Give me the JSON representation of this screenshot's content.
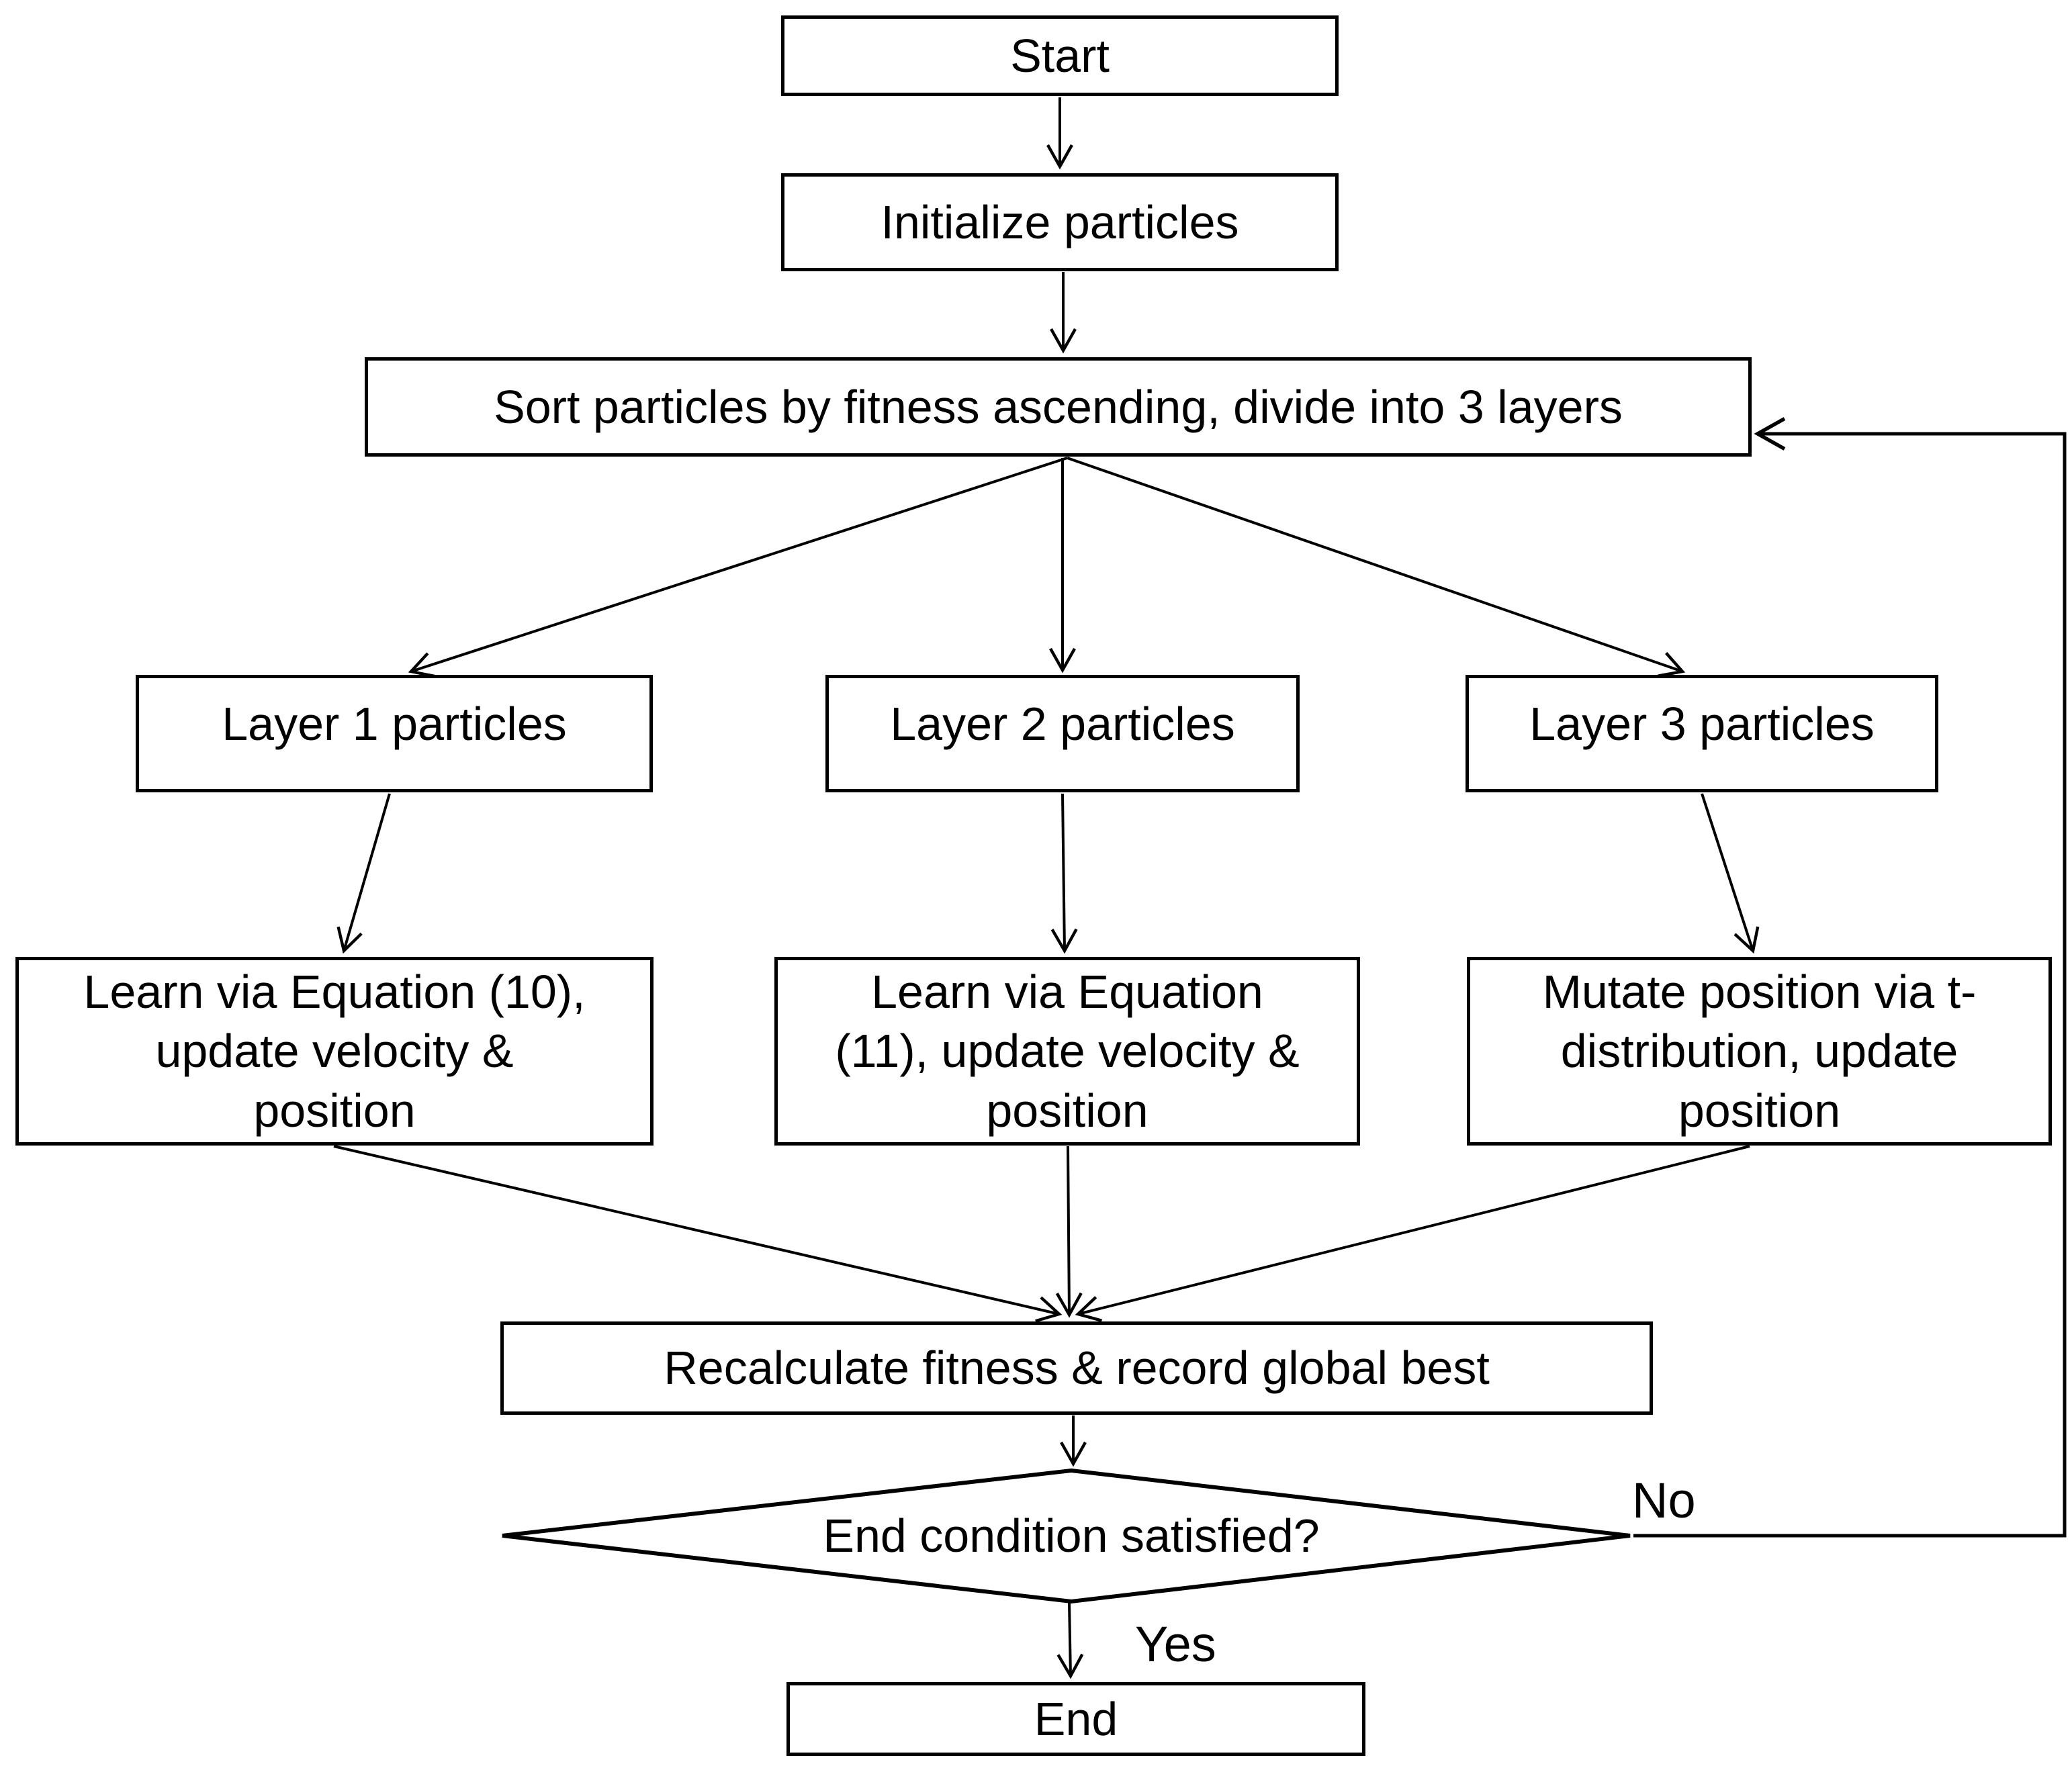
{
  "diagram": {
    "nodes": {
      "start": "Start",
      "initialize": "Initialize particles",
      "sort": "Sort particles by fitness ascending, divide into 3 layers",
      "layer1": "Layer 1 particles",
      "layer2": "Layer 2 particles",
      "layer3": "Layer 3 particles",
      "learn1": [
        "Learn via Equation (10),",
        "update velocity &",
        "position"
      ],
      "learn2": [
        "Learn via Equation",
        "(11), update velocity &",
        "position"
      ],
      "mutate": [
        "Mutate position via t-",
        "distribution, update",
        "position"
      ],
      "recalculate": "Recalculate fitness & record global best",
      "decision": "End condition satisfied?",
      "end": "End"
    },
    "edge_labels": {
      "no": "No",
      "yes": "Yes"
    },
    "colors": {
      "line": "#000000",
      "node_fill": "#ffffff",
      "background": "#ffffff",
      "text": "#000000"
    }
  }
}
